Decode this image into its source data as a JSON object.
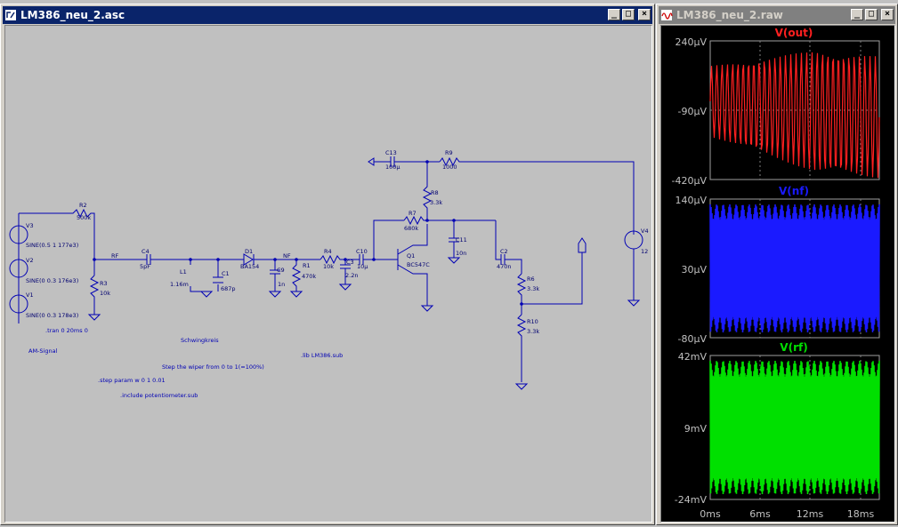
{
  "schematic_window": {
    "title": "LM386_neu_2.asc",
    "buttons": {
      "minimize": "_",
      "maximize": "□",
      "close": "×"
    }
  },
  "waveform_window": {
    "title": "LM386_neu_2.raw",
    "buttons": {
      "minimize": "_",
      "maximize": "□",
      "close": "×"
    }
  },
  "schematic": {
    "labels": {
      "v3": "V3",
      "v3_val": "SINE(0.5 1 177e3)",
      "v2": "V2",
      "v2_val": "SINE(0 0.3 176e3)",
      "v1": "V1",
      "v1_val": "SINE(0 0.3 178e3)",
      "r2": "R2",
      "r2_val": "500k",
      "r3": "R3",
      "r3_val": "10k",
      "rf": "RF",
      "c4": "C4",
      "c4_val": "5pF",
      "l1": "L1",
      "l1_val": "1.16m",
      "c1": "C1",
      "c1_val": "687p",
      "d1": "D1",
      "d1_val": "BA154",
      "nf": "NF",
      "c9": "C9",
      "c9_val": "1n",
      "r1": "R1",
      "r1_val": "470k",
      "r4": "R4",
      "r4_val": "10k",
      "c3": "C3",
      "c3_val": "2.2n",
      "c10": "C10",
      "c10_val": "10µ",
      "q1": "Q1",
      "q1_val": "BC547C",
      "r7": "R7",
      "r7_val": "680k",
      "r8": "R8",
      "r8_val": "3.3k",
      "c13": "C13",
      "c13_val": "100µ",
      "r9": "R9",
      "r9_val": "1000",
      "c11": "C11",
      "c11_val": "10n",
      "c2": "C2",
      "c2_val": "470n",
      "r6": "R6",
      "r6_val": "3.3k",
      "r10": "R10",
      "r10_val": "3.3k",
      "v4": "V4",
      "v4_val": "12"
    },
    "directives": {
      "tran": ".tran 0 20ms 0",
      "am_signal": "AM-Signal",
      "schwingkreis": "Schwingkreis",
      "step_note": "Step the wiper from 0 to 1(=100%)",
      "step_param": ".step param w 0 1 0.01",
      "lib": ".lib LM386.sub",
      "include": ".include potentiometer.sub"
    }
  },
  "plots": {
    "background": "#000000",
    "x_ticks": [
      "0ms",
      "6ms",
      "12ms",
      "18ms"
    ],
    "panes": [
      {
        "title": "V(out)",
        "color": "#ff2020",
        "y_ticks": [
          "240µV",
          "-90µV",
          "-420µV"
        ]
      },
      {
        "title": "V(nf)",
        "color": "#1a1aff",
        "y_ticks": [
          "140µV",
          "30µV",
          "-80µV"
        ]
      },
      {
        "title": "V(rf)",
        "color": "#00e000",
        "y_ticks": [
          "42mV",
          "9mV",
          "-24mV"
        ]
      }
    ]
  }
}
